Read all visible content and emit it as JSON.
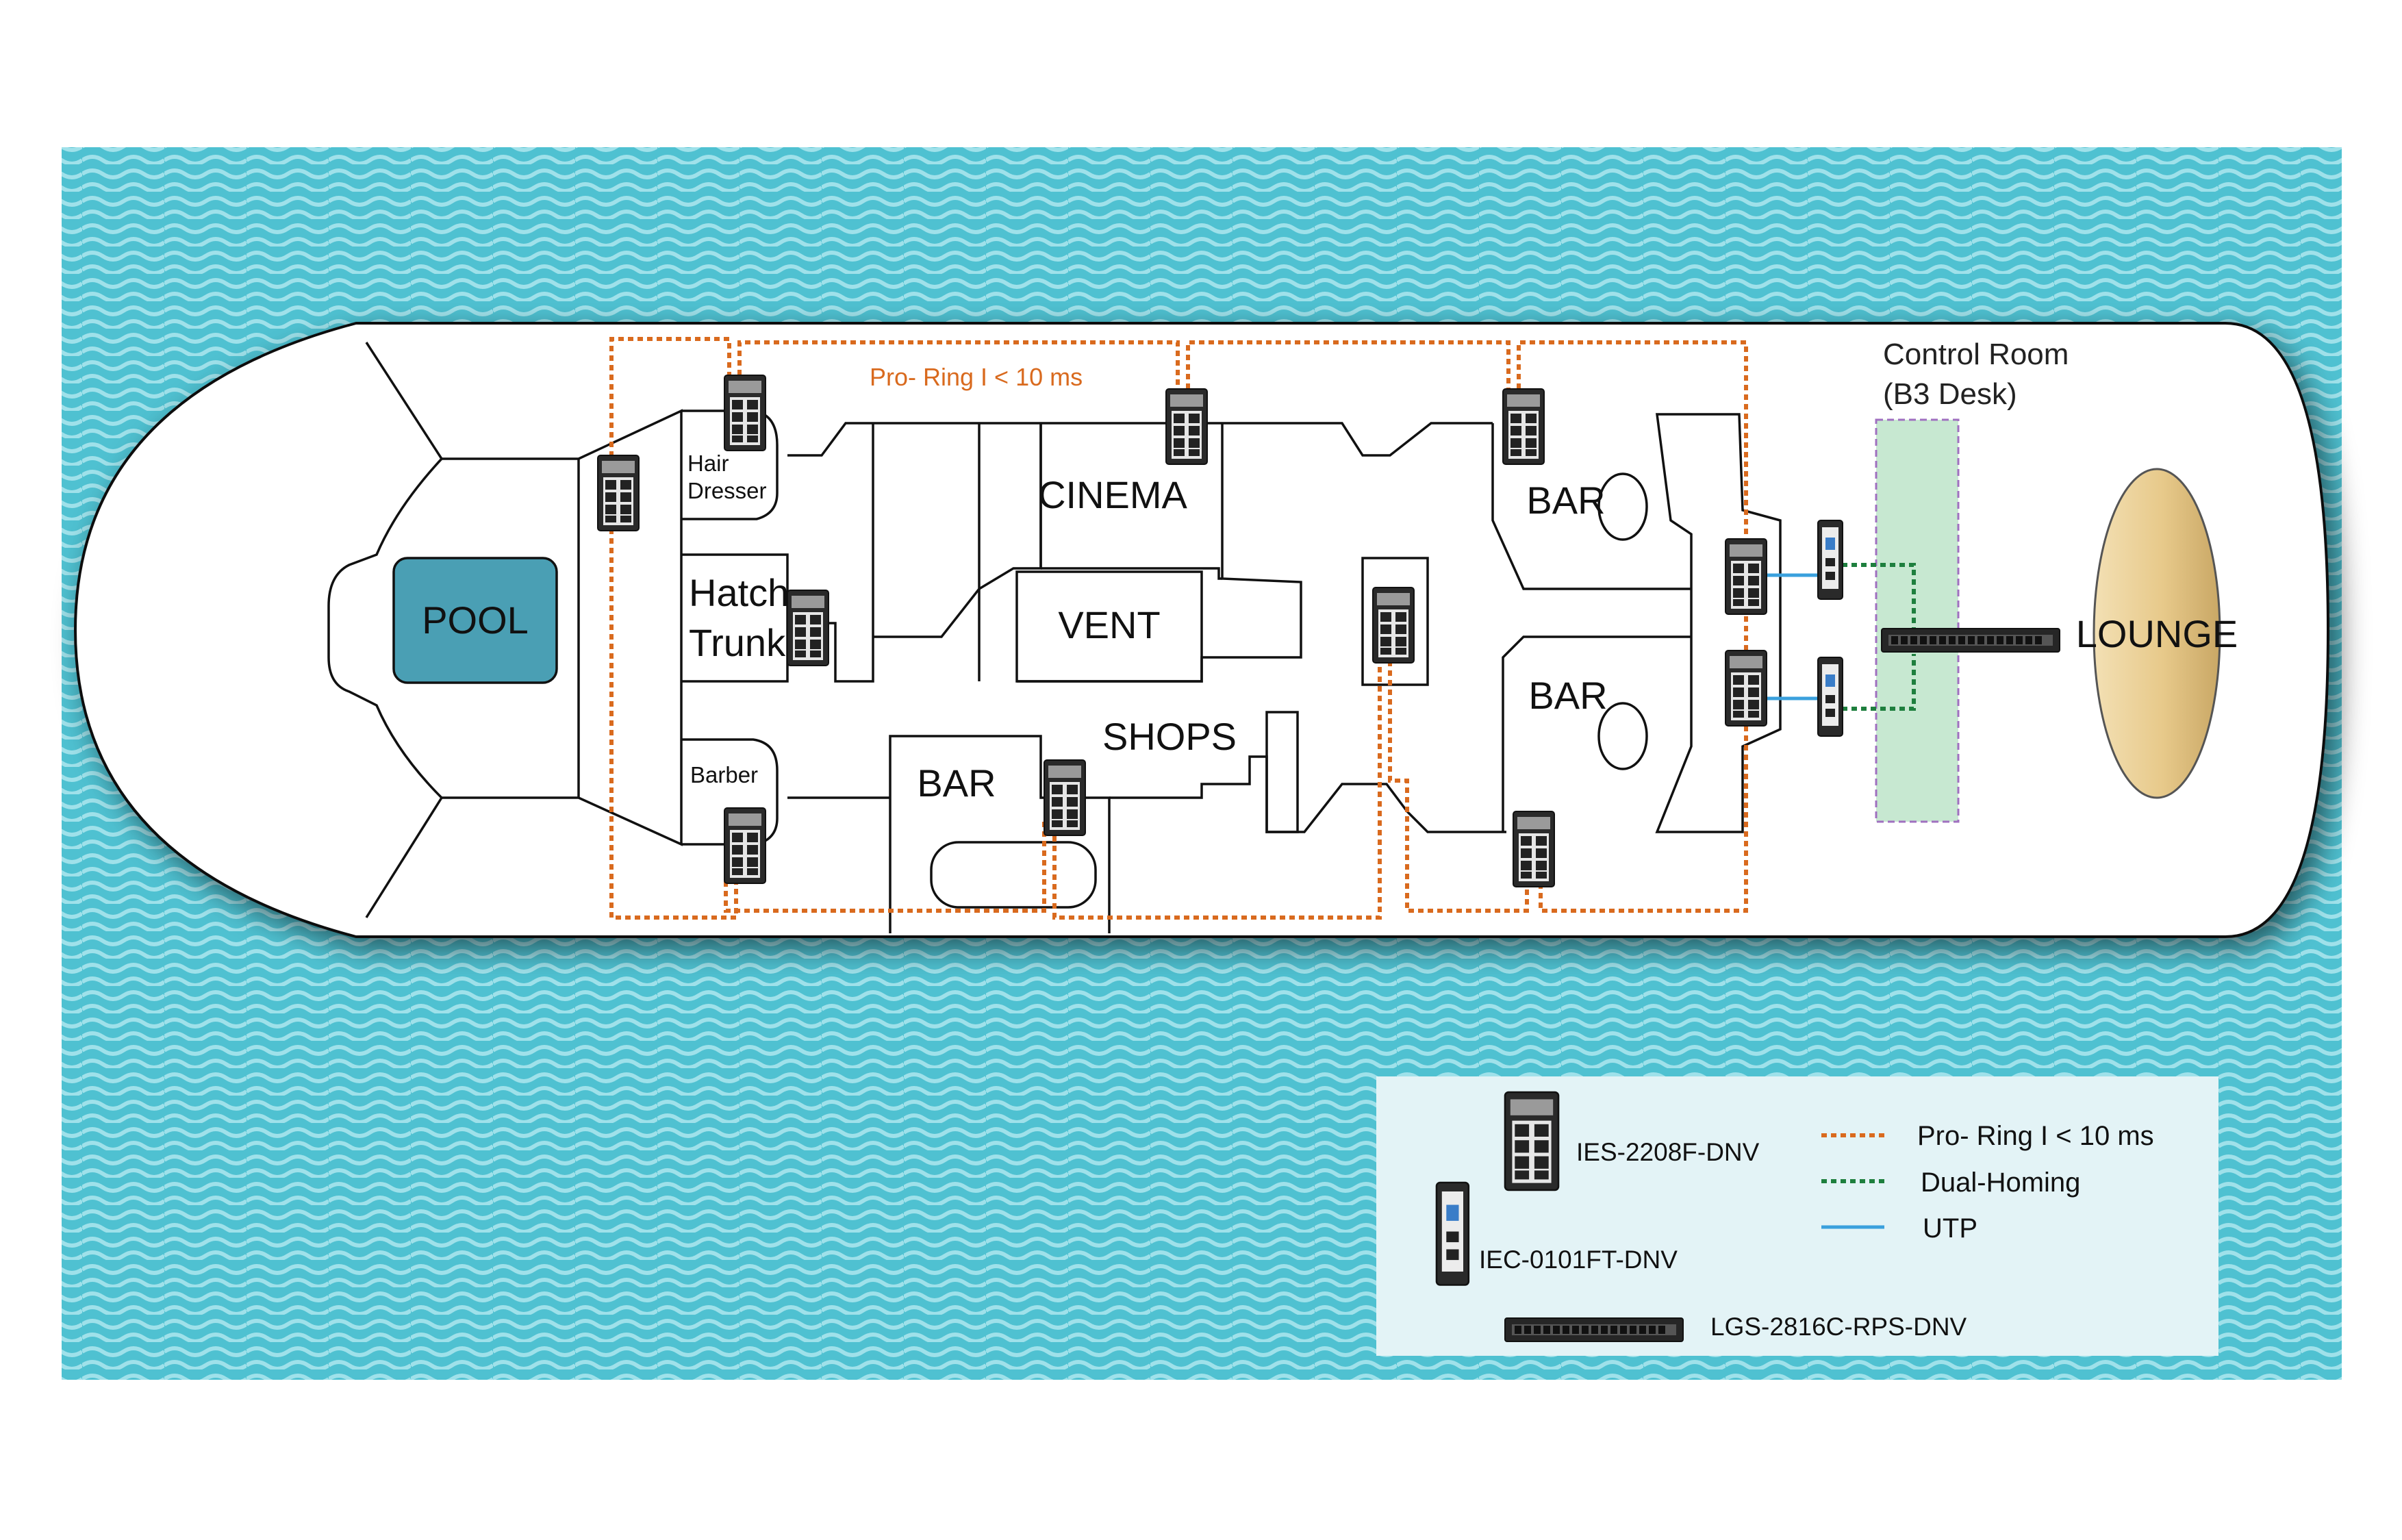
{
  "colors": {
    "sea": "#4fc1d1",
    "sea_light": "#9fe1ea",
    "ship_fill": "#ffffff",
    "pool_fill": "#4a9fb4",
    "lounge_fill": "#e7c98a",
    "control_room_fill": "#b9e2c6",
    "control_room_border": "#a070c0",
    "pro_ring": "#d96a1e",
    "dual_homing": "#1e7f3e",
    "utp": "#3aa0dd",
    "legend_bg": "#e3f3f6"
  },
  "rooms": {
    "pool": "POOL",
    "hair_dresser_1": "Hair",
    "hair_dresser_2": "Dresser",
    "hatch_trunk_1": "Hatch",
    "hatch_trunk_2": "Trunk",
    "barber": "Barber",
    "cinema": "CINEMA",
    "vent": "VENT",
    "shops": "SHOPS",
    "bar_lower": "BAR",
    "bar_top": "BAR",
    "bar_mid": "BAR",
    "lounge": "LOUNGE"
  },
  "control_room": {
    "title": "Control Room",
    "subtitle": "(B3 Desk)"
  },
  "ring_label": "Pro- Ring I < 10 ms",
  "legend": {
    "device_1": "IES-2208F-DNV",
    "device_2": "IEC-0101FT-DNV",
    "device_3": "LGS-2816C-RPS-DNV",
    "line_1": "Pro- Ring I < 10 ms",
    "line_2": "Dual-Homing",
    "line_3": "UTP"
  }
}
